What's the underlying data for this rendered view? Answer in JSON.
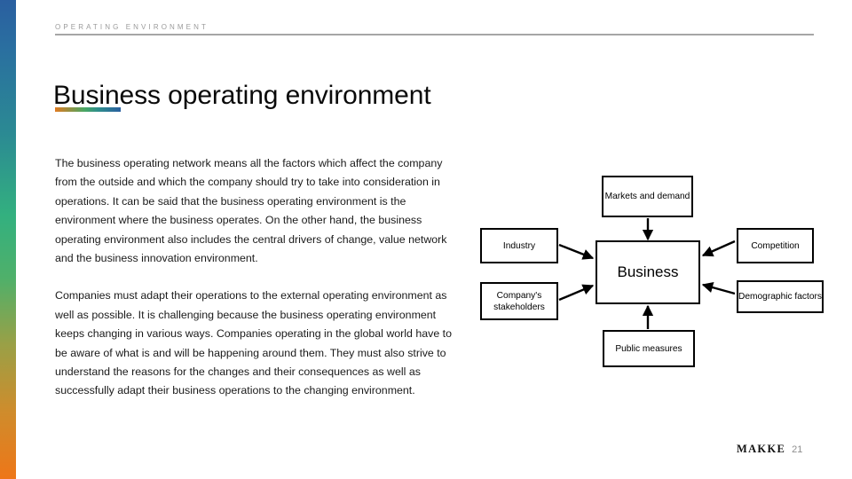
{
  "slide": {
    "eyebrow": "OPERATING ENVIRONMENT",
    "title": "Business operating environment",
    "accent_colors": {
      "bar_top": "#2a5fa0",
      "bar_mid": "#33b07f",
      "bar_bottom": "#ee7618",
      "underline_left": "#e07b22",
      "underline_right": "#2a5fa0",
      "rule": "#a6a6a6",
      "eyebrow_text": "#9b9b9b"
    }
  },
  "body": {
    "paragraphs": [
      "The business operating network means all the factors which affect the company from the outside and which the company should try to take into consideration in operations. It can be said that the business operating environment is the environment where the business operates. On the other hand, the business operating environment also includes the central  drivers of change, value network and the business innovation environment.",
      "Companies must adapt their operations to the external operating environment as well as possible. It is challenging because the business operating environment keeps changing in various ways. Companies operating in the global world have to be aware of what is and will be happening around them.  They must also strive to understand the reasons for the changes and  their consequences  as well as successfully adapt their business operations  to the changing environment."
    ]
  },
  "diagram": {
    "type": "node-arrow",
    "center": {
      "label": "Business"
    },
    "nodes": [
      {
        "id": "markets",
        "label": "Markets and demand",
        "position": "top"
      },
      {
        "id": "industry",
        "label": "Industry",
        "position": "left-upper"
      },
      {
        "id": "stakeholders",
        "label": "Company's stakeholders",
        "position": "left-lower"
      },
      {
        "id": "competition",
        "label": "Competition",
        "position": "right-upper"
      },
      {
        "id": "demographic",
        "label": "Demographic factors",
        "position": "right-lower"
      },
      {
        "id": "public",
        "label": "Public measures",
        "position": "bottom"
      }
    ],
    "arrows": [
      {
        "from": "markets",
        "to": "business",
        "direction": "down"
      },
      {
        "from": "industry",
        "to": "business",
        "direction": "right-down"
      },
      {
        "from": "stakeholders",
        "to": "business",
        "direction": "right-up"
      },
      {
        "from": "competition",
        "to": "business",
        "direction": "left-down"
      },
      {
        "from": "demographic",
        "to": "business",
        "direction": "left-up"
      },
      {
        "from": "public",
        "to": "business",
        "direction": "up"
      }
    ]
  },
  "footer": {
    "brand": "MAKKE",
    "page_number": "21"
  }
}
